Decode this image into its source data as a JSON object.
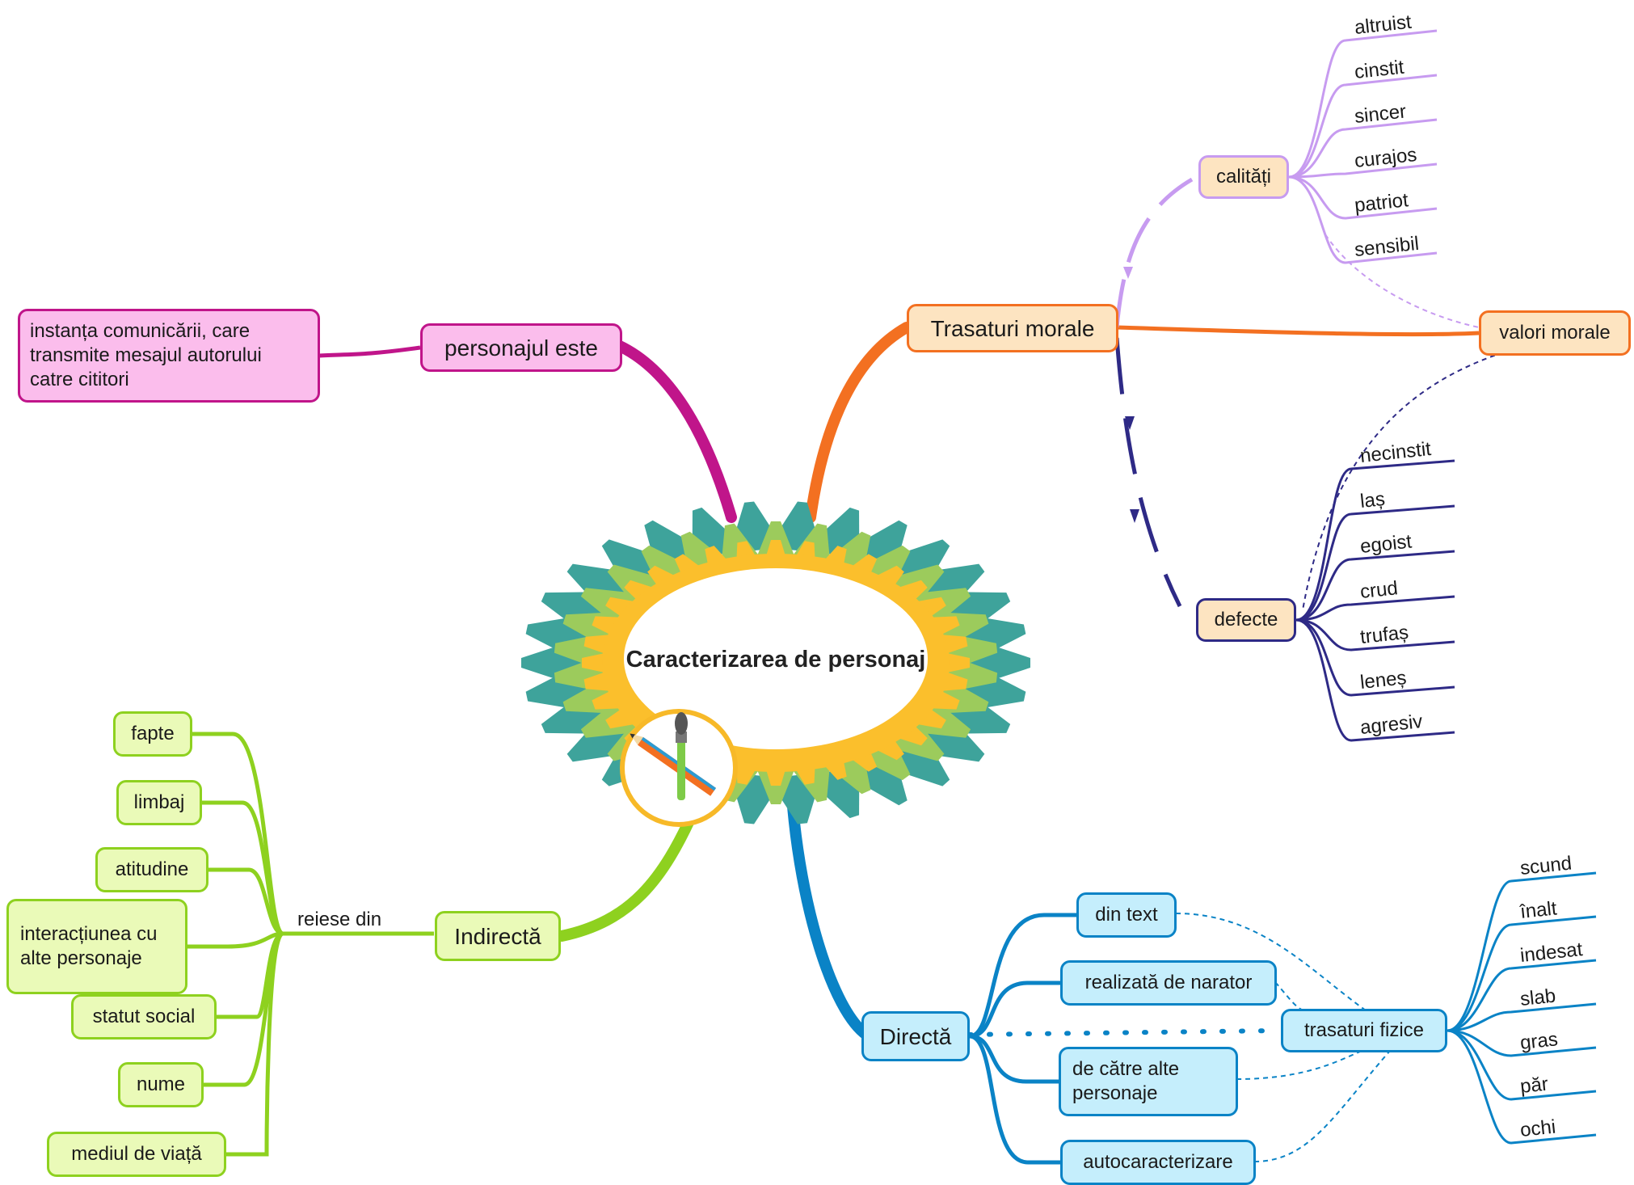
{
  "central_topic": "Caracterizarea de personaj",
  "colors": {
    "personajul": "#c0158a",
    "trasaturi": "#f37021",
    "calitati_line": "#c79bf0",
    "defecte_line": "#2e2a86",
    "indirecta": "#8ed11f",
    "directa": "#0a83c6"
  },
  "personajul": {
    "title": "personajul este",
    "definition": "instanța comunicării, care transmite mesajul autorului catre cititori"
  },
  "trasaturi_morale": {
    "title": "Trasaturi morale",
    "valori": "valori morale",
    "calitati": {
      "label": "calități",
      "items": [
        "altruist",
        "cinstit",
        "sincer",
        "curajos",
        "patriot",
        "sensibil"
      ]
    },
    "defecte": {
      "label": "defecte",
      "items": [
        "necinstit",
        "laș",
        "egoist",
        "crud",
        "trufaș",
        "leneș",
        "agresiv"
      ]
    }
  },
  "indirecta": {
    "title": "Indirectă",
    "relation": "reiese din",
    "items": [
      "fapte",
      "limbaj",
      "atitudine",
      "interacțiunea cu alte personaje",
      "statut social",
      "nume",
      "mediul de viață"
    ]
  },
  "directa": {
    "title": "Directă",
    "items": [
      "din text",
      "realizată de narator",
      "de către alte personaje",
      "autocaracterizare"
    ],
    "fizice": {
      "label": "trasaturi fizice",
      "items": [
        "scund",
        "înalt",
        "indesat",
        "slab",
        "gras",
        "păr",
        "ochi"
      ]
    }
  }
}
